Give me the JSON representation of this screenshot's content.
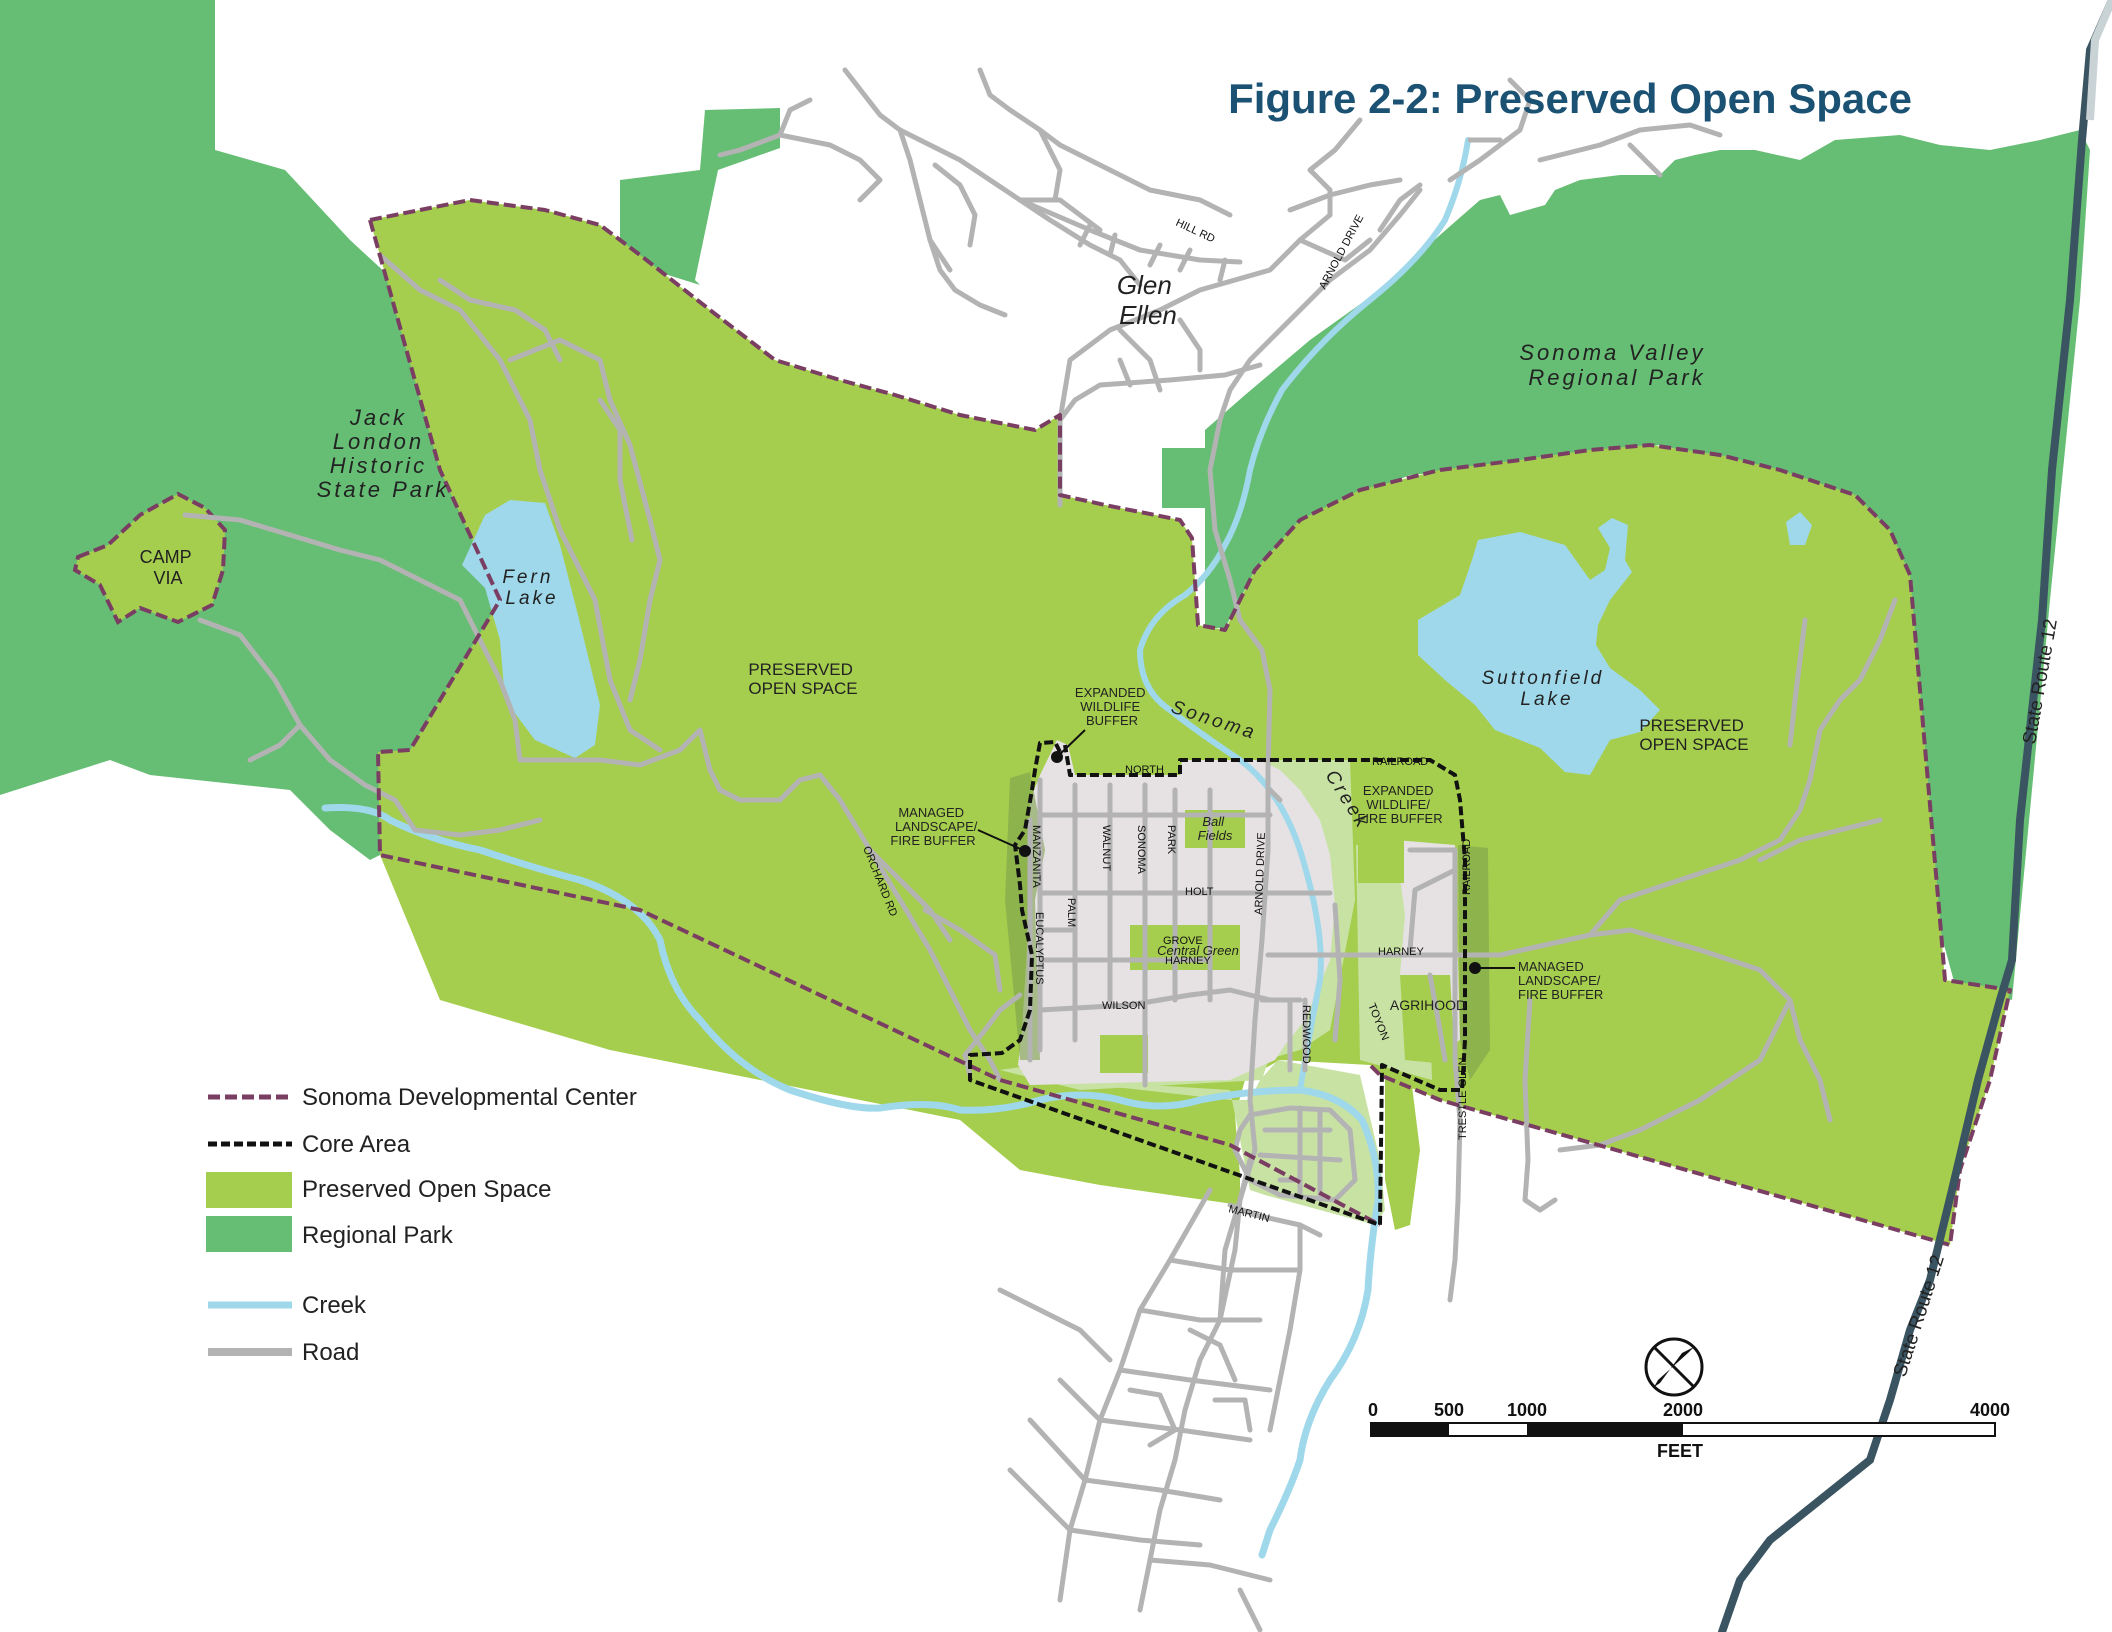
{
  "title": "Figure 2-2: Preserved Open Space",
  "colors": {
    "preserved": "#a6ce4e",
    "regional": "#66bd74",
    "creek": "#9fd8ea",
    "road": "#b3b3b3",
    "core": "#e6e1e3",
    "sdc_border": "#7a3e63",
    "title": "#1b5274",
    "highway": "#3b5461"
  },
  "places": {
    "jack_london": [
      "Jack",
      "London",
      "Historic",
      "State Park"
    ],
    "camp_via": [
      "CAMP",
      "VIA"
    ],
    "fern_lake": [
      "Fern",
      "Lake"
    ],
    "glen_ellen": [
      "Glen",
      "Ellen"
    ],
    "sonoma_valley": [
      "Sonoma Valley",
      "Regional Park"
    ],
    "suttonfield": [
      "Suttonfield",
      "Lake"
    ],
    "preserved_w": [
      "PRESERVED",
      "OPEN SPACE"
    ],
    "preserved_e": [
      "PRESERVED",
      "OPEN SPACE"
    ],
    "sonoma_creek_1": "Sonoma",
    "sonoma_creek_2": "Creek",
    "state_route_1": "State Route 12",
    "state_route_2": "State Route 12"
  },
  "annotations": {
    "wildlife_w": [
      "EXPANDED",
      "WILDLIFE",
      "BUFFER"
    ],
    "wildlife_e": [
      "EXPANDED",
      "WILDLIFE/",
      "FIRE BUFFER"
    ],
    "managed_w": [
      "MANAGED",
      "LANDSCAPE/",
      "FIRE BUFFER"
    ],
    "managed_e": [
      "MANAGED",
      "LANDSCAPE/",
      "FIRE BUFFER"
    ],
    "ball_fields": [
      "Ball",
      "Fields"
    ],
    "central_green": "Central Green",
    "agrihood": "AGRIHOOD"
  },
  "roads": {
    "hill_rd": "HILL RD",
    "arnold_north": "ARNOLD DRIVE",
    "arnold_core": "ARNOLD DRIVE",
    "orchard": "ORCHARD RD",
    "north": "NORTH",
    "railroad_n": "RAILROAD",
    "railroad_e": "RAILROAD",
    "walnut": "WALNUT",
    "sonoma_st": "SONOMA",
    "park": "PARK",
    "manzanita": "MANZANITA",
    "holt": "HOLT",
    "eucalyptus": "EUCALYPTUS",
    "palm": "PALM",
    "grove": "GROVE",
    "harney_c": "HARNEY",
    "harney_e": "HARNEY",
    "wilson": "WILSON",
    "redwood": "REDWOOD",
    "toyon": "TOYON",
    "trestle": "TRESTLE GLEN",
    "martin": "MARTIN"
  },
  "legend": [
    {
      "label": "Sonoma Developmental Center",
      "kind": "sdc"
    },
    {
      "label": "Core Area",
      "kind": "core"
    },
    {
      "label": "Preserved Open Space",
      "kind": "preserved"
    },
    {
      "label": "Regional Park",
      "kind": "regional"
    },
    {
      "label": "Creek",
      "kind": "creek"
    },
    {
      "label": "Road",
      "kind": "road"
    }
  ],
  "scale": {
    "ticks": [
      "0",
      "500",
      "1000",
      "2000",
      "4000"
    ],
    "unit": "FEET"
  }
}
